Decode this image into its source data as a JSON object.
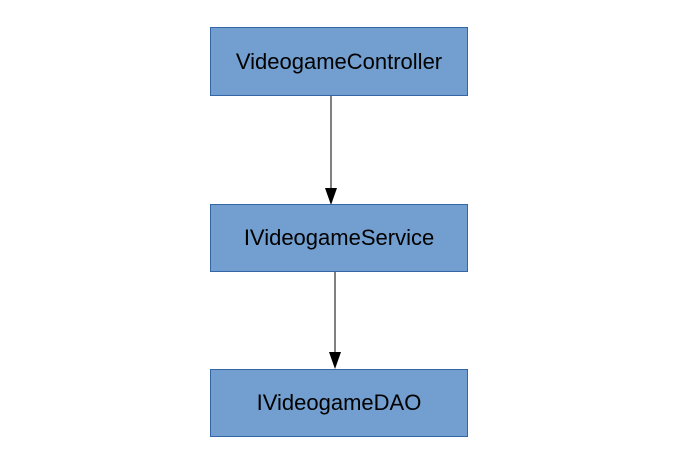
{
  "diagram": {
    "nodes": [
      {
        "id": "controller",
        "label": "VideogameController"
      },
      {
        "id": "service",
        "label": "IVideogameService"
      },
      {
        "id": "dao",
        "label": "IVideogameDAO"
      }
    ],
    "edges": [
      {
        "from": "controller",
        "to": "service"
      },
      {
        "from": "service",
        "to": "dao"
      }
    ]
  },
  "colors": {
    "node_fill": "#729fcf",
    "node_border": "#3465a4",
    "edge": "#000000",
    "background": "#ffffff"
  }
}
